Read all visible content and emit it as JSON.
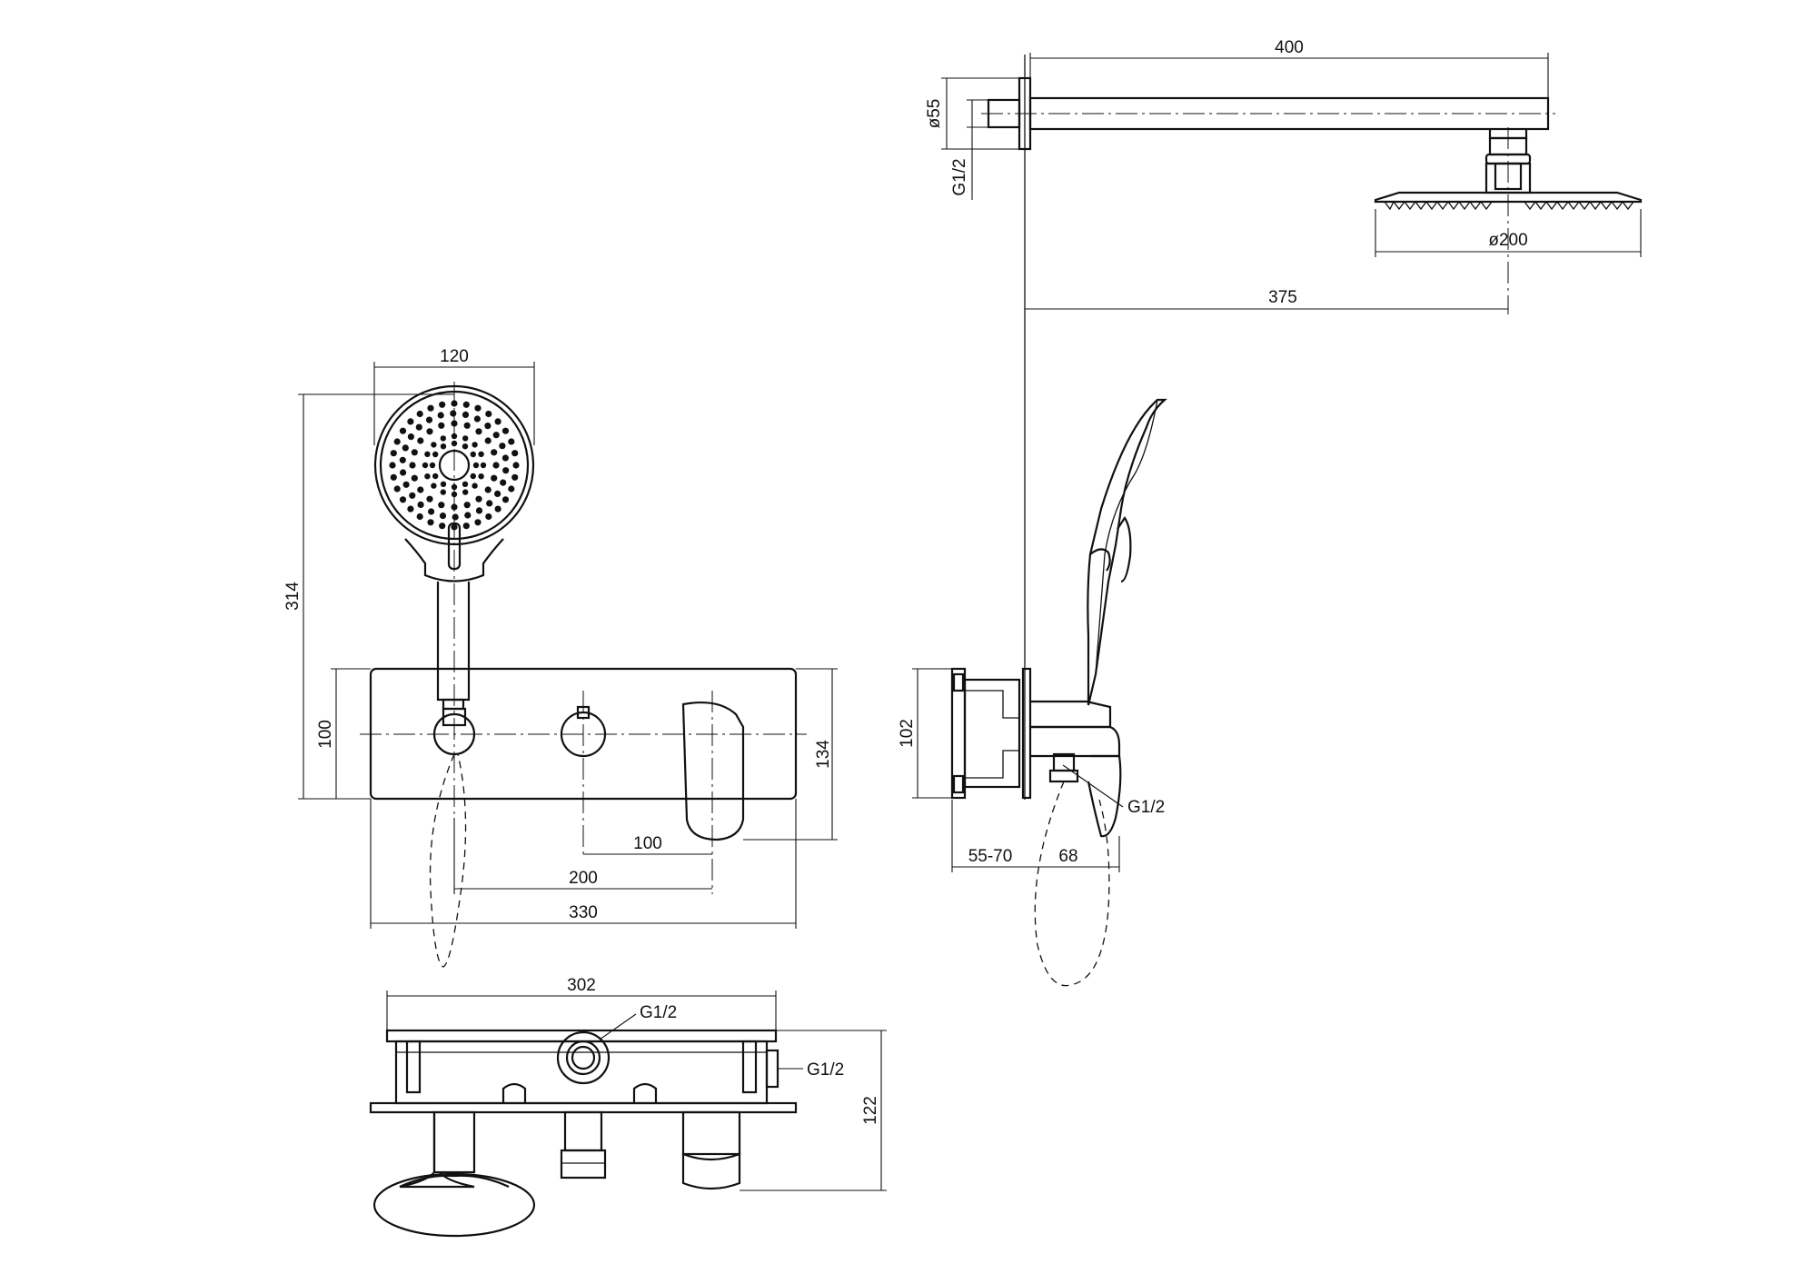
{
  "dimensions": {
    "arm_length": "400",
    "flange_diameter": "ø55",
    "arm_thread": "G1/2",
    "head_diameter": "ø200",
    "head_offset": "375",
    "hand_shower_width": "120",
    "overall_height": "314",
    "plate_height": "100",
    "lever_height": "134",
    "spacing_100": "100",
    "spacing_200": "200",
    "plate_width": "330",
    "side_plate_height": "102",
    "wall_depth": "55-70",
    "projection": "68",
    "side_outlet_thread": "G1/2",
    "box_width": "302",
    "top_thread": "G1/2",
    "right_thread": "G1/2",
    "box_depth": "122"
  },
  "colors": {
    "line": "#111111",
    "background": "#ffffff"
  }
}
